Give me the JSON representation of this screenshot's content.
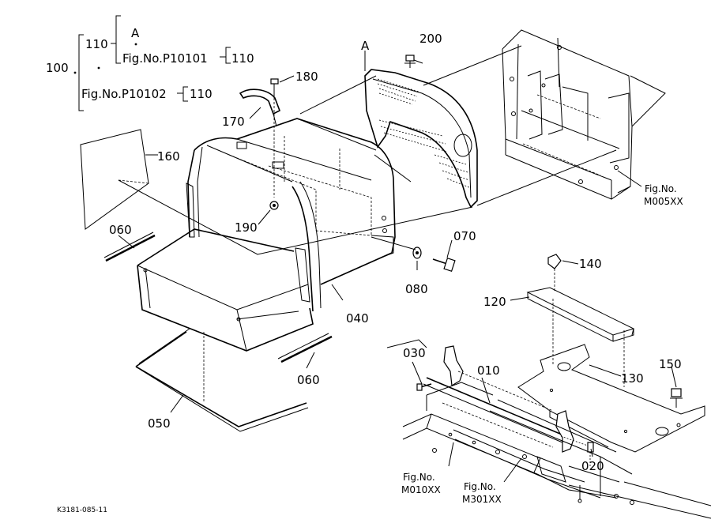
{
  "labels": {
    "p100": "100",
    "p110_top": "110",
    "marker_a_legend": "A",
    "fig_p10101": "Fig.No.P10101",
    "p110_mid": "110",
    "fig_p10102": "Fig.No.P10102",
    "p110_bottom": "110",
    "marker_a_panel": "A",
    "p200": "200",
    "p180": "180",
    "p170": "170",
    "p160": "160",
    "p190": "190",
    "p060_left": "060",
    "p070": "070",
    "p080": "080",
    "p040": "040",
    "p140": "140",
    "p120": "120",
    "p060_bottom": "060",
    "p030": "030",
    "p010": "010",
    "p130": "130",
    "p150": "150",
    "p050": "050",
    "p020": "020",
    "fig_m005_line1": "Fig.No.",
    "fig_m005_line2": "M005XX",
    "fig_m010_line1": "Fig.No.",
    "fig_m010_line2": "M010XX",
    "fig_m301_line1": "Fig.No.",
    "fig_m301_line2": "M301XX",
    "drawing_code": "K3181-085-11"
  }
}
